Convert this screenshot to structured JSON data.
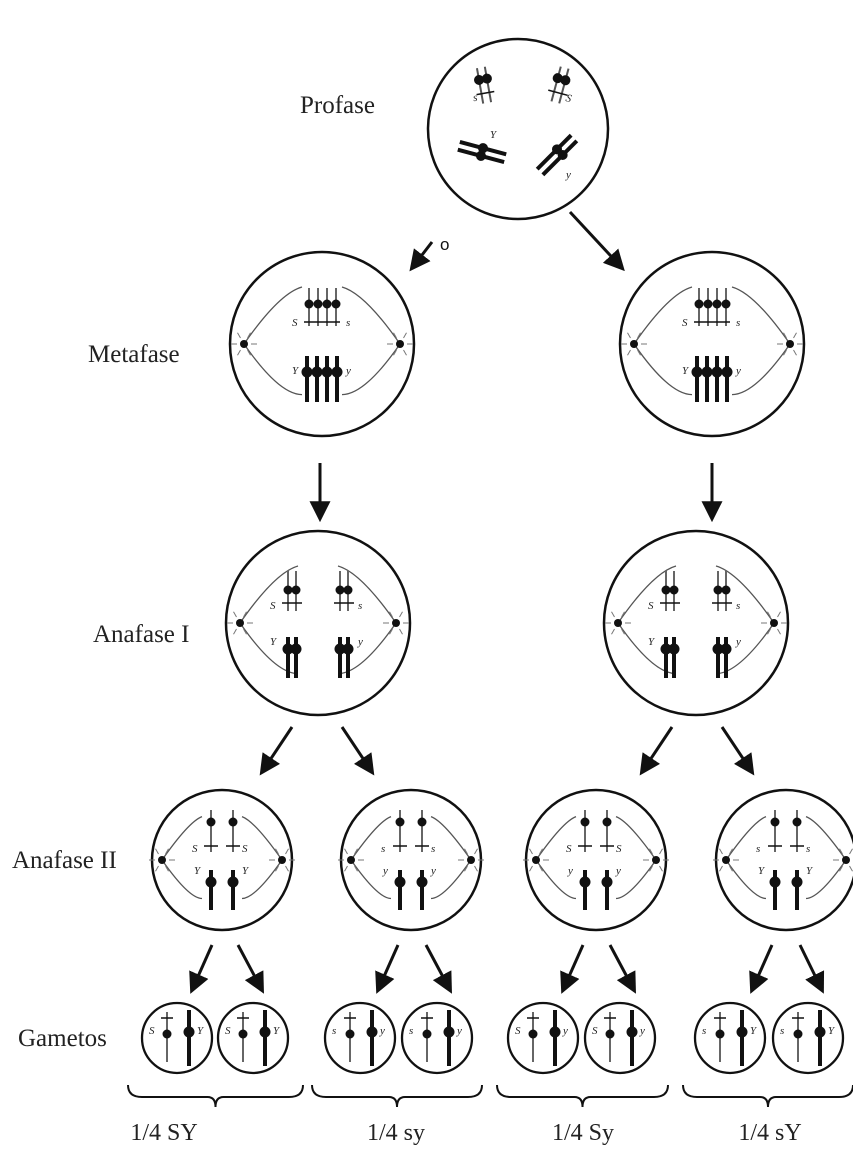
{
  "labels": {
    "profase": "Profase",
    "metafase": "Metafase",
    "anafase1": "Anafase I",
    "anafase2": "Anafase II",
    "gametos": "Gametos",
    "stray_mark": "o"
  },
  "gene_letters": {
    "S": "S",
    "s": "s",
    "Y": "Y",
    "y": "y"
  },
  "results": [
    "1/4 SY",
    "1/4 sy",
    "1/4 Sy",
    "1/4 sY"
  ],
  "colors": {
    "ink": "#111111",
    "text": "#222222",
    "background": "#ffffff"
  }
}
